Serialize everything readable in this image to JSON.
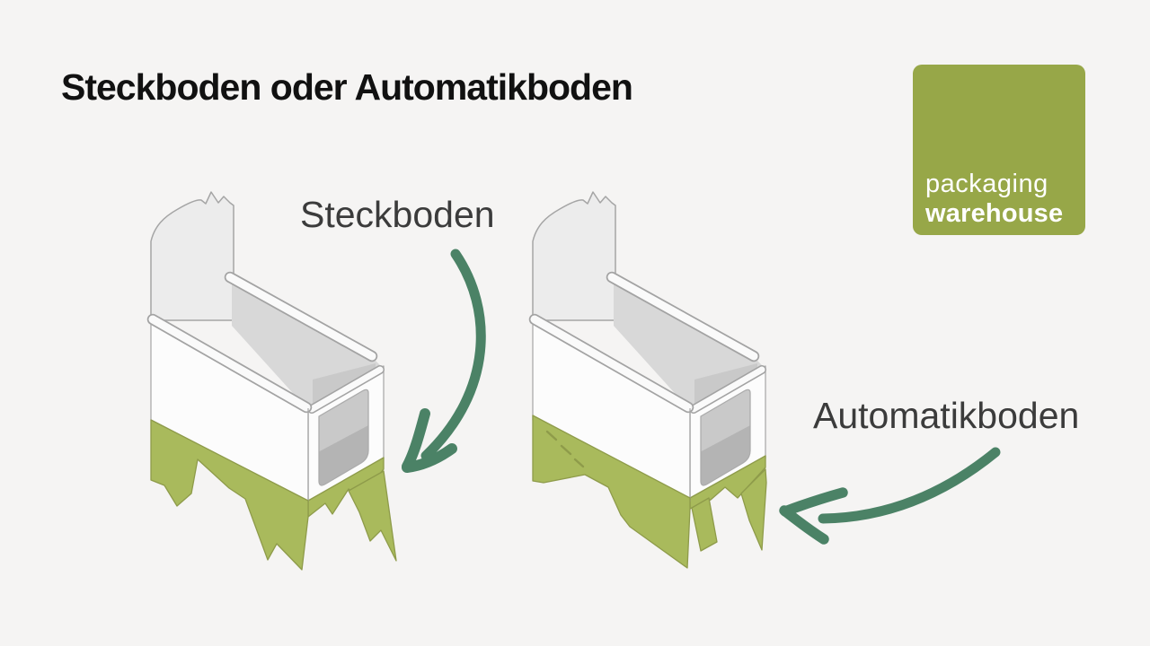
{
  "page": {
    "title": "Steckboden oder Automatikboden"
  },
  "diagram": {
    "left_label": "Steckboden",
    "right_label": "Automatikboden",
    "left_illustration": "steckboden-carton-with-tuck-in-bottom-flaps",
    "right_illustration": "automatikboden-carton-with-crash-lock-bottom"
  },
  "logo": {
    "line1": "packaging",
    "line2": "warehouse"
  },
  "colors": {
    "bg": "#F5F4F3",
    "title-color": "#111111",
    "label-color": "#3B3B3B",
    "arrow-green": "#4B8266",
    "box-green": "#A9BA5C",
    "box-green-stroke": "#8E9B4A",
    "logo-green": "#97A748"
  }
}
